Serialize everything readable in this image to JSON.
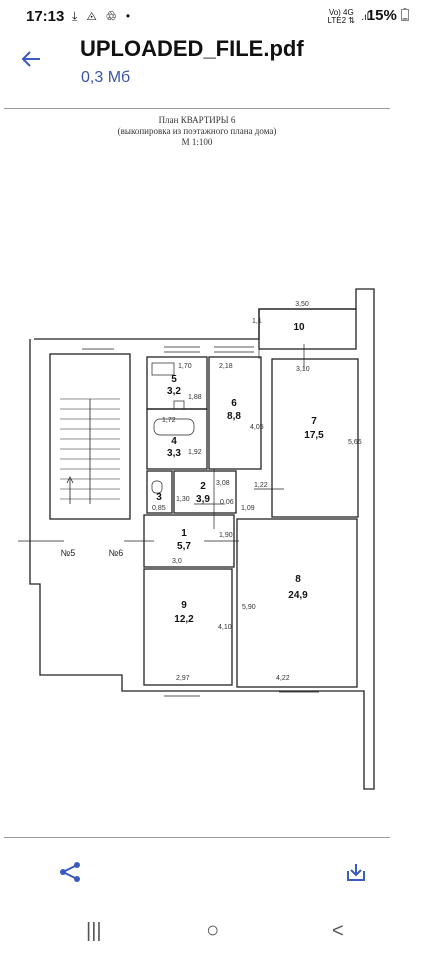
{
  "status": {
    "time": "17:13",
    "left_icons": "⤓ ◬ ♲ •",
    "net_top": "Vo) 4G",
    "net_bottom": "LTE2 ⇅",
    "signal": ".ıl",
    "battery": "15%"
  },
  "header": {
    "title": "UPLOADED_FILE.pdf",
    "size": "0,3 Мб"
  },
  "plan": {
    "line1": "План КВАРТИРЫ 6",
    "line2": "(выкопировка из поэтажного плана дома)",
    "line3": "М 1:100",
    "rooms": [
      {
        "num": "10"
      },
      {
        "num": "5",
        "area": "3,2"
      },
      {
        "num": "6",
        "area": "8,8"
      },
      {
        "num": "7",
        "area": "17,5"
      },
      {
        "num": "4",
        "area": "3,3"
      },
      {
        "num": "3"
      },
      {
        "num": "2",
        "area": "3,9"
      },
      {
        "num": "1",
        "area": "5,7"
      },
      {
        "num": "8",
        "area": "24,9"
      },
      {
        "num": "9",
        "area": "12,2"
      }
    ],
    "dims": [
      "3,50",
      "1,1",
      "1,70",
      "2,18",
      "3,10",
      "1,88",
      "1,72",
      "4,05",
      "5,65",
      "1,92",
      "3,08",
      "1,22",
      "1,30",
      "0,06",
      "0,85",
      "1,09",
      "1,90",
      "3,0",
      "5,90",
      "4,10",
      "2,97",
      "4,22"
    ],
    "stairs": [
      "№5",
      "№6"
    ]
  },
  "toolbar": {
    "share_icon": "share-icon",
    "save_icon": "download-icon"
  },
  "nav": {
    "recents": "|||",
    "home": "○",
    "back": "<"
  }
}
